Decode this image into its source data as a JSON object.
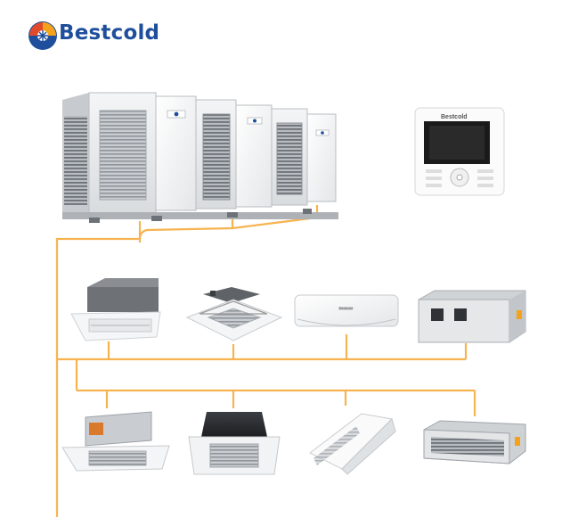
{
  "brand": {
    "name": "Bestcold",
    "controller_brand": "Bestcold",
    "indoor_label_text": "Bestcold",
    "accent_blue": "#1f4f9c",
    "pipe_color": "#f7b350"
  },
  "icons": {
    "logo": "bestcold-logo-icon",
    "outdoor": "vrf-outdoor-unit-icon",
    "controller": "wired-controller-icon",
    "indoor_top": [
      "ceiling-cassette-1way-icon",
      "ceiling-cassette-4way-icon",
      "wall-split-icon",
      "high-pressure-duct-icon"
    ],
    "indoor_bottom": [
      "ceiling-cassette-2way-icon",
      "ceiling-cassette-4way-black-icon",
      "floor-ceiling-unit-icon",
      "slim-duct-icon"
    ]
  }
}
